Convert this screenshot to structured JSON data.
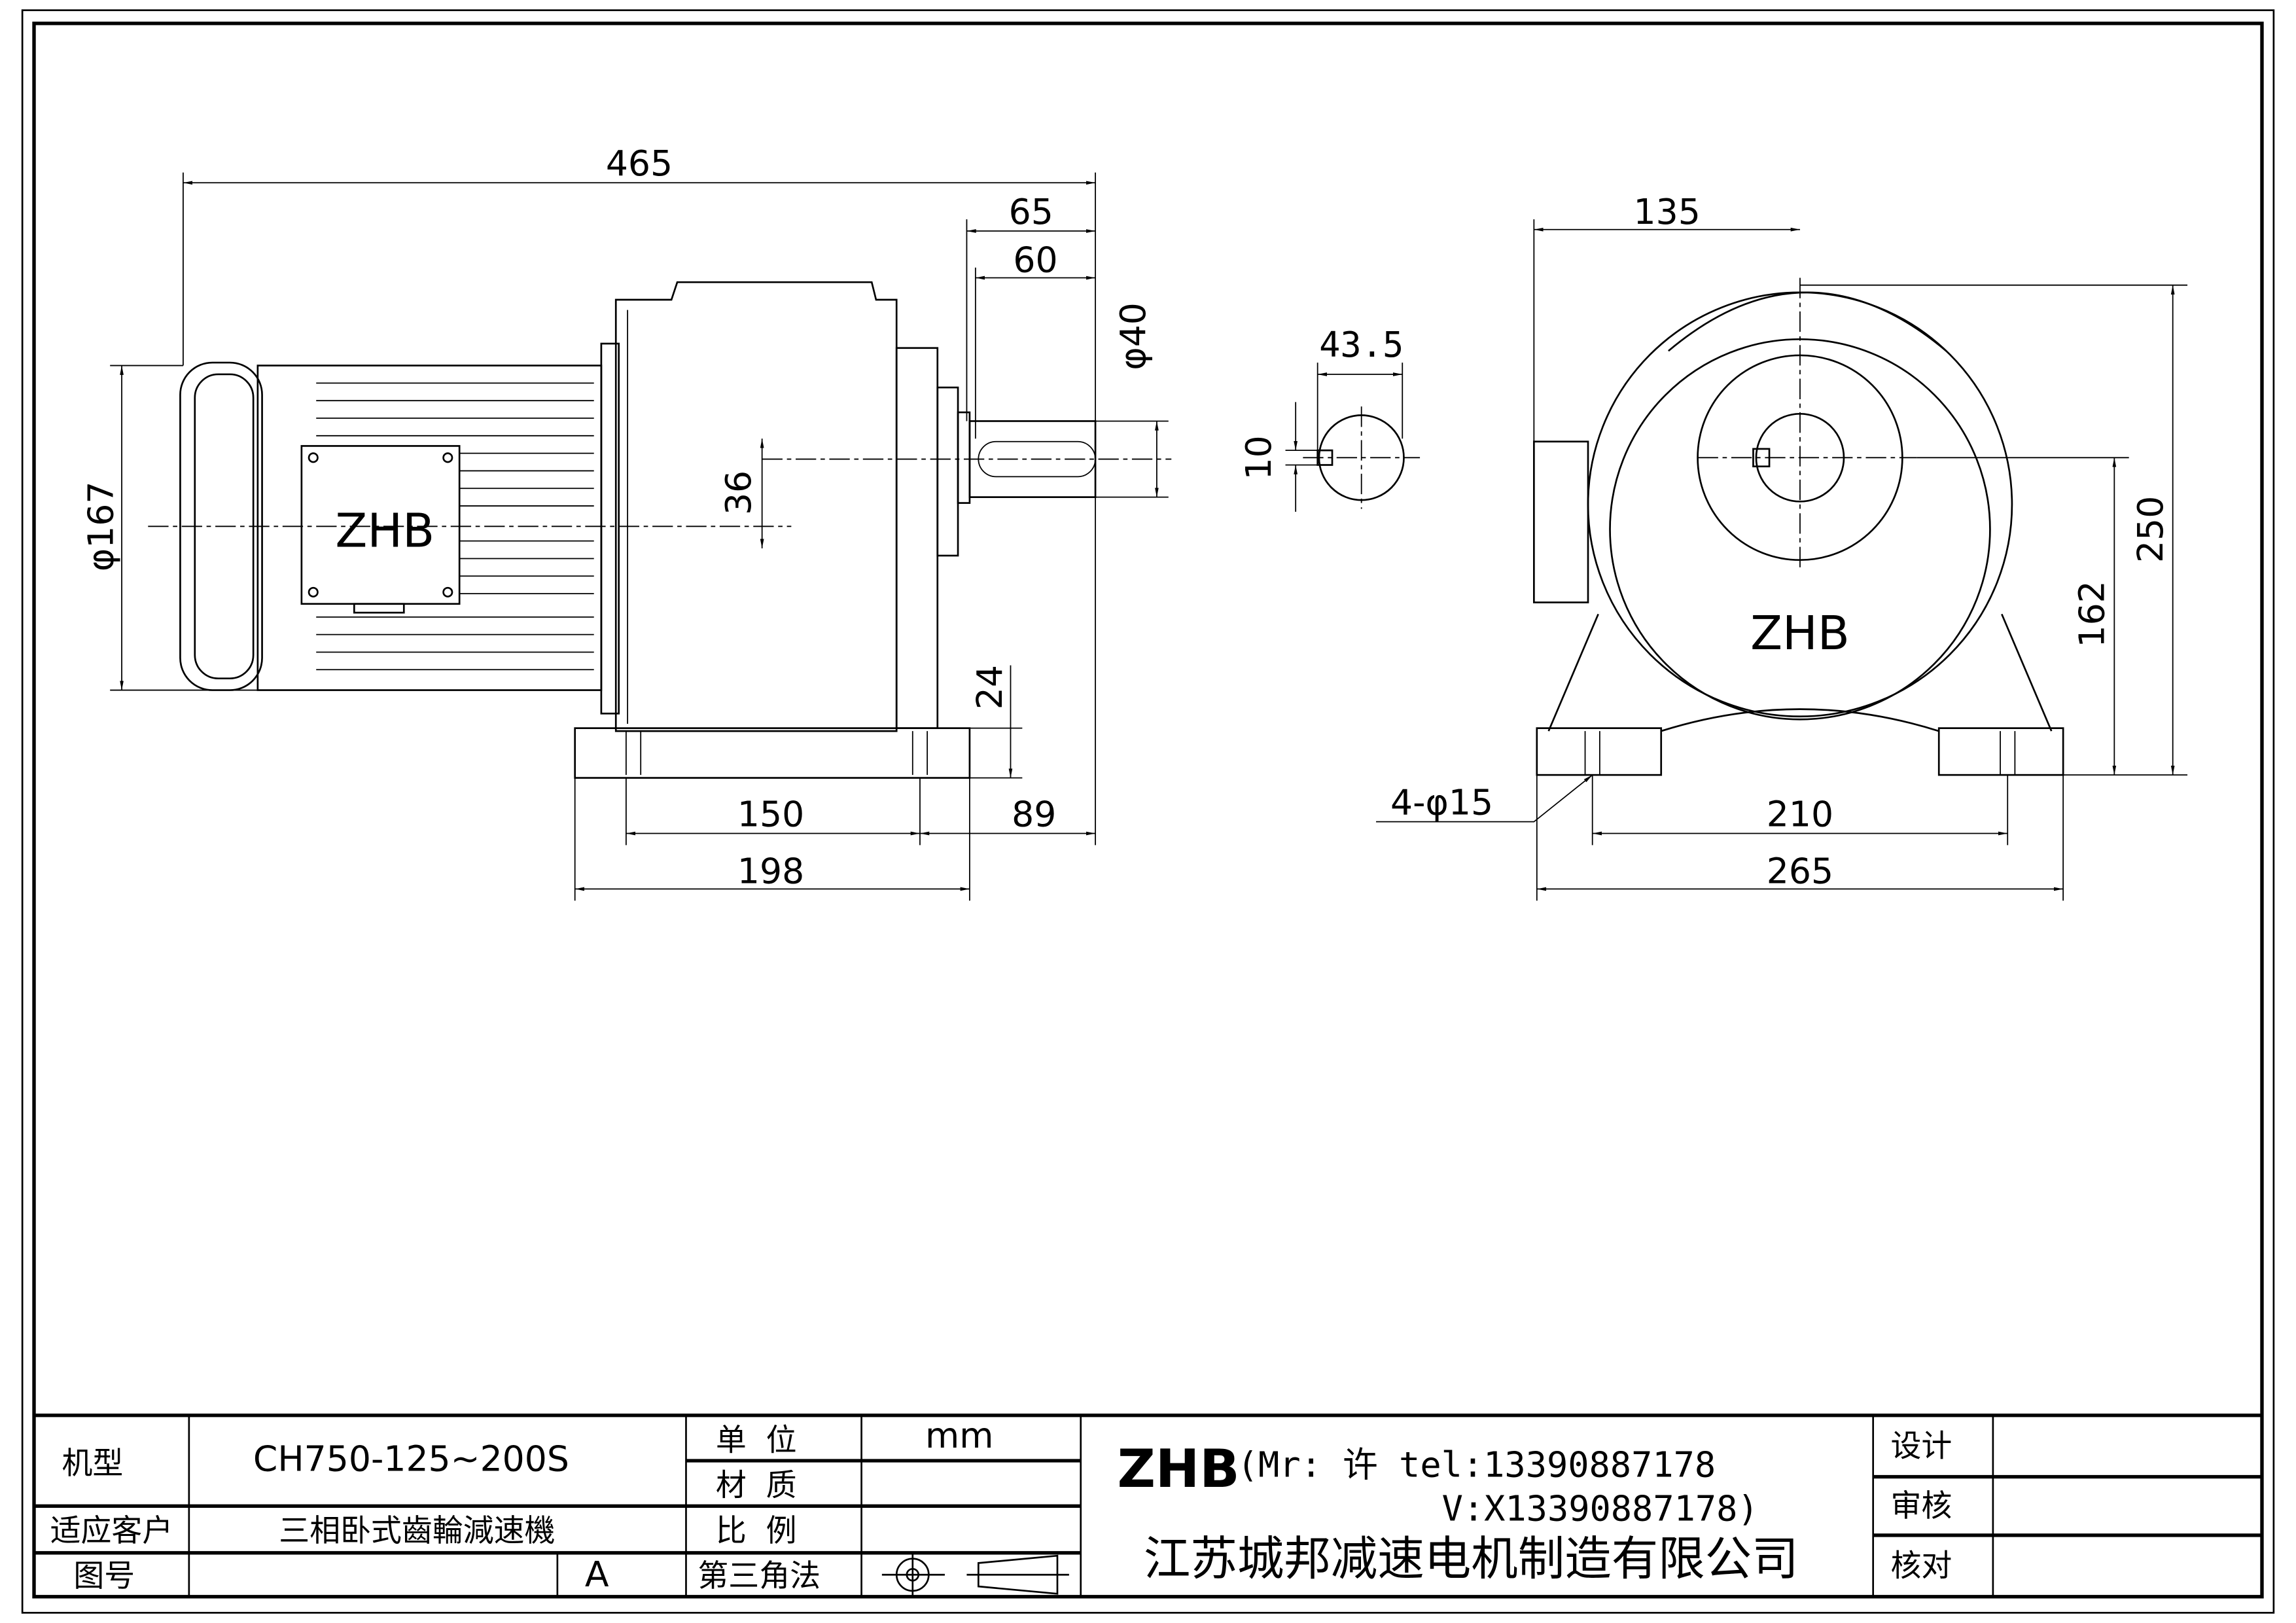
{
  "side_view": {
    "logo": "ZHB",
    "dims": {
      "overall_length": "465",
      "shaft_length": "65",
      "key_length": "60",
      "shaft_dia": "φ40",
      "motor_dia": "φ167",
      "shaft_height_offset": "36",
      "base_thickness": "24",
      "base_hole_spacing": "150",
      "shaft_overhang": "89",
      "base_length": "198"
    }
  },
  "shaft_section": {
    "width": "43.5",
    "key": "10"
  },
  "end_view": {
    "logo": "ZHB",
    "dims": {
      "half_width": "135",
      "overall_height": "250",
      "shaft_height": "162",
      "hole_spacing": "210",
      "base_width": "265",
      "holes": "4-φ15"
    }
  },
  "title_block": {
    "model_label": "机型",
    "model_value": "CH750-125~200S",
    "customer_label": "适应客户",
    "customer_value": "三相卧式齒輪減速機",
    "drawing_no_label": "图号",
    "drawing_no_value": "",
    "revision": "A",
    "unit_label": "单  位",
    "unit_value": "mm",
    "material_label": "材  质",
    "material_value": "",
    "scale_label": "比  例",
    "scale_value": "",
    "projection_label": "第三角法",
    "brand": "ZHB",
    "contact_line1": "(Mr: 许 tel:13390887178",
    "contact_line2": "V:X13390887178)",
    "company": "江苏城邦减速电机制造有限公司",
    "design_label": "设计",
    "review_label": "审核",
    "check_label": "核对",
    "design_value": "",
    "review_value": "",
    "check_value": ""
  }
}
